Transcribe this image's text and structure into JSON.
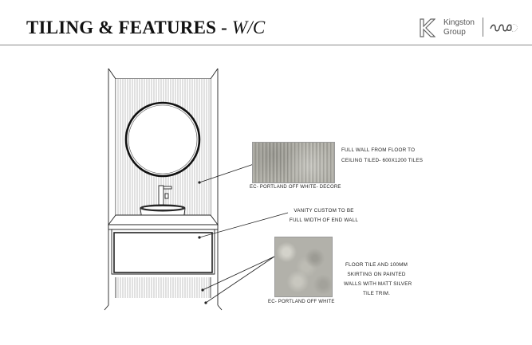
{
  "header": {
    "title_main": "TILING & FEATURES - ",
    "title_room": "W/C",
    "brand_name_line1": "Kingston",
    "brand_name_line2": "Group"
  },
  "icons": {
    "brand_mark": "kingston-k-logo-icon",
    "partner_mark": "wave-script-logo-icon"
  },
  "samples": {
    "wall_tile_caption": "EC- PORTLAND OFF WHITE- DECORE",
    "floor_tile_caption": "EC- PORTLAND OFF WHITE"
  },
  "notes": {
    "wall_line1": "FULL WALL FROM FLOOR TO",
    "wall_line2": "CEILING TILED- 600X1200 TILES",
    "vanity_line1": "VANITY CUSTOM TO BE",
    "vanity_line2": "FULL WIDTH OF END WALL",
    "floor_line1": "FLOOR TILE AND 100MM",
    "floor_line2": "SKIRTING ON PAINTED",
    "floor_line3": "WALLS WITH MATT SILVER",
    "floor_line4": "TILE TRIM."
  },
  "colors": {
    "line": "#222222",
    "rule": "#8a8a8a",
    "tile_grey": "#b2b1aa"
  }
}
